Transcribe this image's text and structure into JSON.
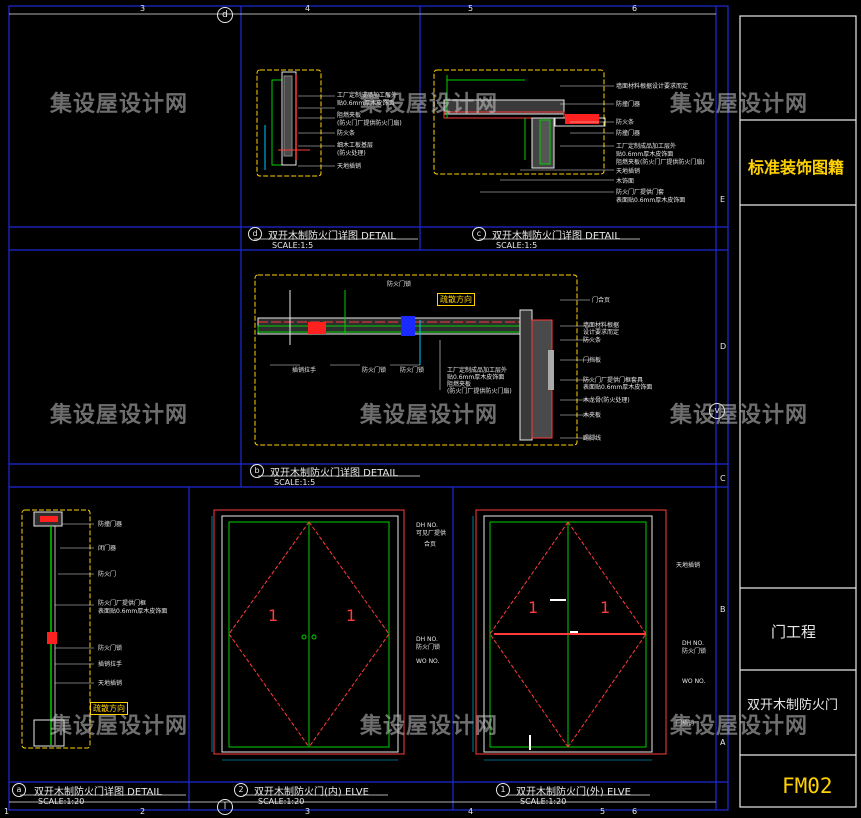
{
  "watermark": "集设屋设计网",
  "title_block": {
    "drawing_set": "标准装饰图籍",
    "category": "门工程",
    "drawing_name": "双开木制防火门",
    "code": "FM02"
  },
  "grid_labels": {
    "top_numbers": [
      "3",
      "4",
      "5",
      "6"
    ],
    "bottom_numbers": [
      "1",
      "2",
      "3",
      "4",
      "5",
      "6"
    ],
    "right_letters": [
      "E",
      "D",
      "C",
      "B",
      "A"
    ],
    "top_bubble": "d",
    "bottom_bubble": "l",
    "right_bubble": "v"
  },
  "details": {
    "d": {
      "marker": "d",
      "title": "双开木制防火门详图   DETAIL",
      "scale": "SCALE:1:5"
    },
    "c": {
      "marker": "c",
      "title": "双开木制防火门详图   DETAIL",
      "scale": "SCALE:1:5"
    },
    "b": {
      "marker": "b",
      "title": "双开木制防火门详图   DETAIL",
      "scale": "SCALE:1:5"
    },
    "a": {
      "marker": "a",
      "title": "双开木制防火门详图   DETAIL",
      "scale": "SCALE:1:20"
    },
    "e2": {
      "marker": "2",
      "title": "双开木制防火门(内)   ELVE",
      "scale": "SCALE:1:20"
    },
    "e1": {
      "marker": "1",
      "title": "双开木制防火门(外)   ELVE",
      "scale": "SCALE:1:20"
    }
  },
  "notes": {
    "d": [
      "工厂定制成品加工层外",
      "贴0.6mm厚木皮饰面",
      "阻燃夹板",
      "(防火门厂提供防火门扇)",
      "防火条",
      "细木工板基层",
      "(防火处理)",
      "天地插销"
    ],
    "c": [
      "墙面材料根据设计要求而定",
      "防撞门器",
      "防火条",
      "防撞门器",
      "工厂定制成品加工层外",
      "贴0.6mm厚木皮饰面",
      "阻燃夹板(防火门厂提供防火门扇)",
      "天地插销",
      "木饰面",
      "防火门厂提供门套",
      "表面贴0.6mm厚木皮饰面"
    ],
    "b_left": [
      "插销拉手",
      "防火门锁",
      "防火门锁"
    ],
    "b_top": [
      "防火门锁",
      "疏散方向"
    ],
    "b_mid": [
      "工厂定制成品加工层外",
      "贴0.6mm厚木皮饰面",
      "阻燃夹板",
      "(防火门厂提供防火门扇)"
    ],
    "b_right": [
      "门合页",
      "墙面材料根据",
      "设计要求而定",
      "防火条",
      "门挡板",
      "防火门厂提供门框套具",
      "表面贴0.6mm厚木皮饰面",
      "木龙骨(防火处理)",
      "木夹板",
      "踢脚线",
      "踢脚线",
      "踢脚线"
    ],
    "a": [
      "防撞门器",
      "闭门器",
      "防火门",
      "防火门厂提供门框",
      "表面贴0.6mm厚木皮饰面",
      "防火门锁",
      "插销拉手",
      "天地插销",
      "疏散方向"
    ],
    "e2": [
      "DH  NO.",
      "可见厂提供",
      "合页",
      "DH  NO.",
      "防火门锁",
      "WO  NO."
    ],
    "e1": [
      "天地插销",
      "DH  NO.",
      "防火门锁",
      "WO  NO.",
      "门插销"
    ]
  },
  "elevation_marks": {
    "leaf_number": "1"
  }
}
